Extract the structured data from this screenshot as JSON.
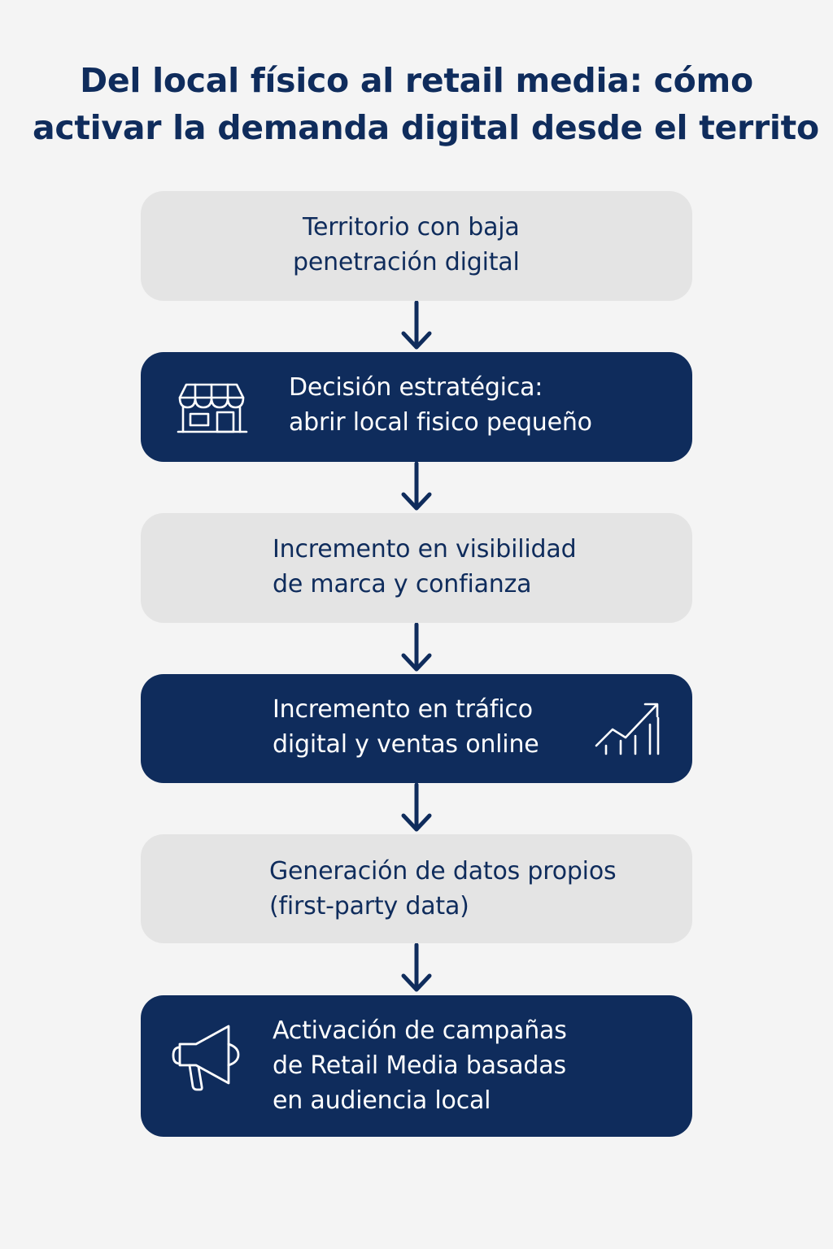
{
  "title": {
    "line1": "Del local físico al retail media: cómo",
    "line2": "activar la demanda digital desde el territo"
  },
  "steps": [
    {
      "style": "light",
      "lines": [
        "Territorio con baja",
        "penetración digital"
      ],
      "icon": null
    },
    {
      "style": "dark",
      "lines": [
        "Decisión estratégica:",
        "abrir local fisico pequeño"
      ],
      "icon": "storefront-icon"
    },
    {
      "style": "light",
      "lines": [
        "Incremento en visibilidad",
        "de marca y confianza"
      ],
      "icon": null
    },
    {
      "style": "dark",
      "lines": [
        "Incremento en tráfico",
        "digital y ventas online"
      ],
      "icon": "growth-chart-icon"
    },
    {
      "style": "light",
      "lines": [
        "Generación de datos propios",
        "(first-party data)"
      ],
      "icon": null
    },
    {
      "style": "dark",
      "lines": [
        "Activación de campañas",
        "de Retail Media basadas",
        "en audiencia local"
      ],
      "icon": "megaphone-icon"
    }
  ],
  "colors": {
    "background": "#f4f4f4",
    "navy": "#0f2c5c",
    "light_box": "#e4e4e4",
    "white": "#ffffff"
  }
}
